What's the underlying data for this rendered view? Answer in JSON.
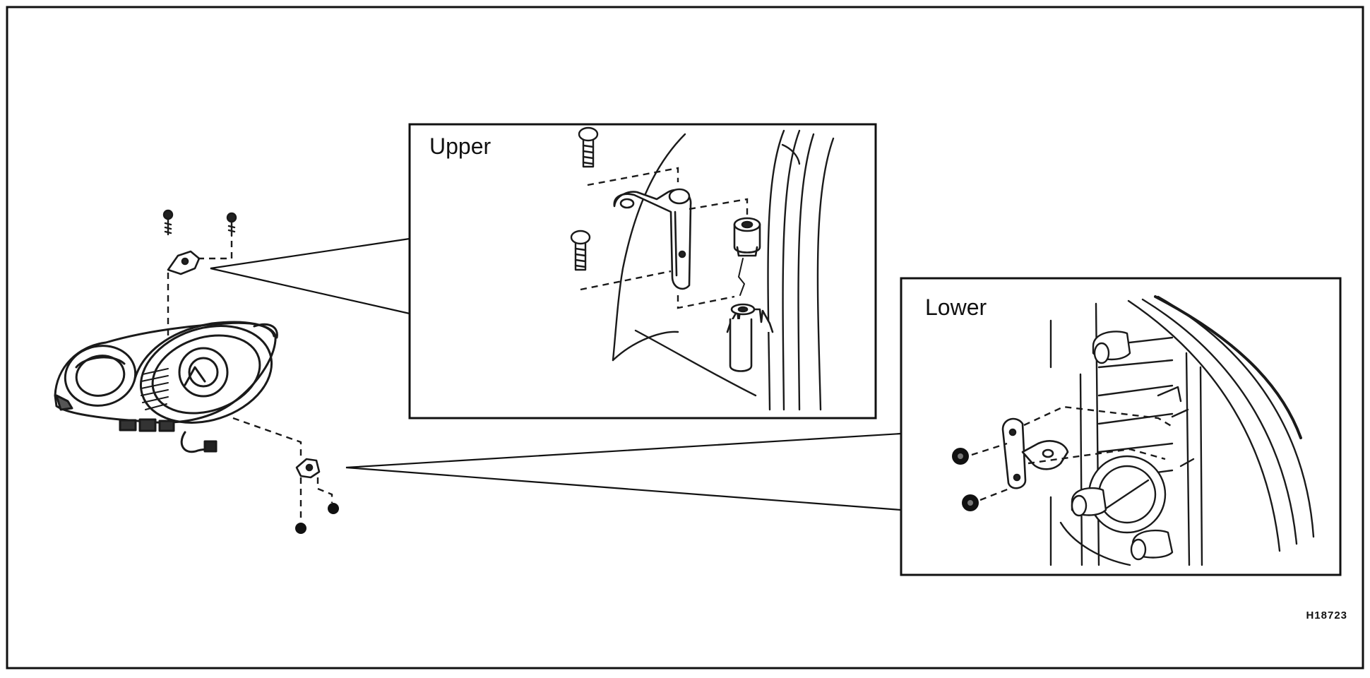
{
  "figure": {
    "upper_label": "Upper",
    "lower_label": "Lower",
    "code": "H18723"
  },
  "colors": {
    "ink": "#1a1a1a",
    "paper": "#ffffff"
  }
}
